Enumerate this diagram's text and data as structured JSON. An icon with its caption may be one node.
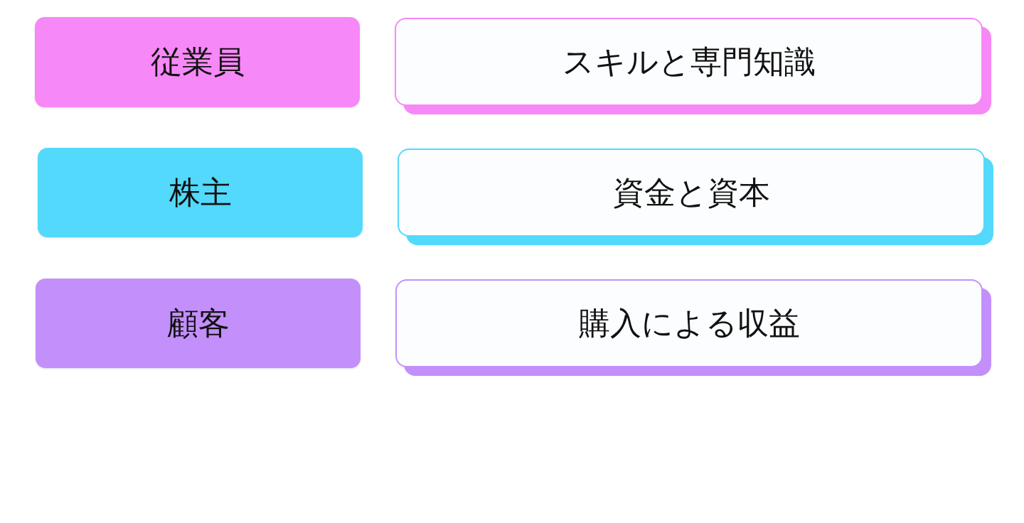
{
  "diagram": {
    "nodes": [
      {
        "text": [
          "従業員"
        ]
      },
      {
        "text": [
          "スキルと専門知識"
        ]
      },
      {
        "text": [
          "株主"
        ]
      },
      {
        "text": [
          "資金と資本"
        ]
      },
      {
        "text": [
          "顧客"
        ]
      },
      {
        "text": [
          "購入による収益"
        ]
      }
    ]
  }
}
